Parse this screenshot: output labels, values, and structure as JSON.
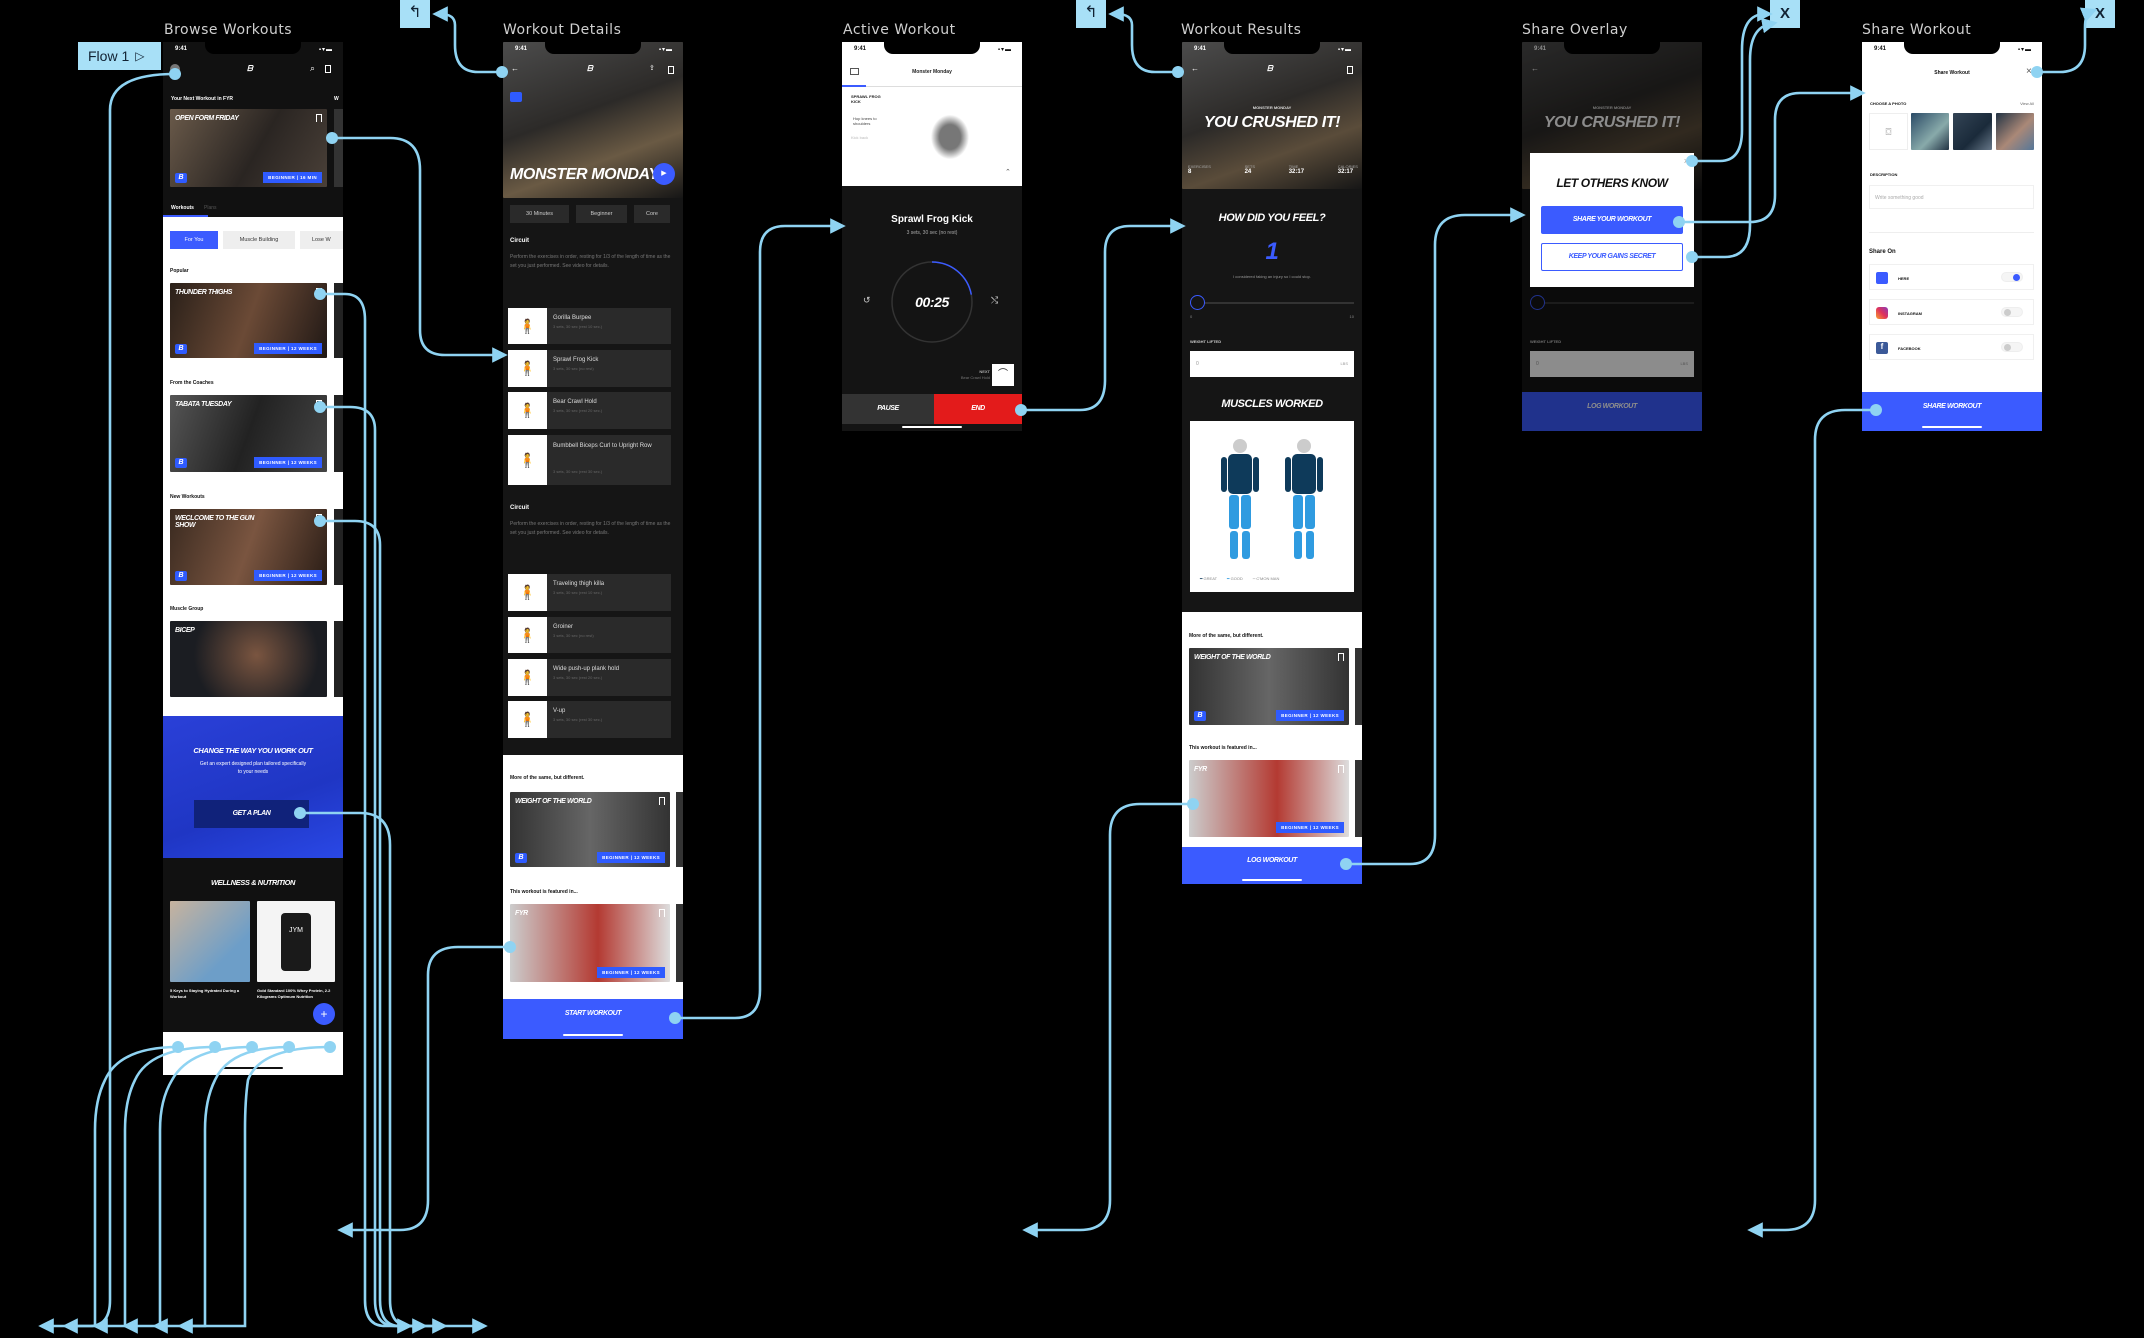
{
  "flow": {
    "label": "Flow 1",
    "play_icon": "play-triangle-icon"
  },
  "nav_icons": {
    "back": "↰",
    "close": "X"
  },
  "colors": {
    "accent": "#3b5bff",
    "connector": "#8fd3f2",
    "end": "#e31b1b"
  },
  "status_time": "9:41",
  "browse": {
    "label": "Browse Workouts",
    "next_title": "Your Next Workout in FYR",
    "next_peek": "W",
    "hero": {
      "title": "Open Form Friday",
      "badge": "BEGINNER | 16 MIN"
    },
    "tabs": [
      "Workouts",
      "Plans"
    ],
    "chips": [
      "For You",
      "Muscle Building",
      "Lose W"
    ],
    "sections": [
      {
        "heading": "Popular",
        "title": "Thunder Thighs",
        "badge": "BEGINNER | 12 WEEKS"
      },
      {
        "heading": "From the Coaches",
        "title": "Tabata Tuesday",
        "badge": "BEGINNER | 12 WEEKS"
      },
      {
        "heading": "New Workouts",
        "title": "Weclcome to the Gun Show",
        "badge": "BEGINNER | 12 WEEKS"
      },
      {
        "heading": "Muscle Group",
        "title": "Bicep"
      }
    ],
    "promo": {
      "title": "Change the way you work out",
      "subtitle": "Get an expert designed plan tailored specifically to your needs",
      "button": "Get a Plan"
    },
    "wellness": {
      "title": "Wellness & Nutrition",
      "articles": [
        "5 Keys to Staying Hydrated During a Workout",
        "Gold Standard 100% Whey Protein, 2.2 Kilograms Optimum Nutrition"
      ],
      "product_label": "JYM"
    },
    "fab": "+"
  },
  "details": {
    "label": "Workout Details",
    "title": "Monster Monday",
    "chips": [
      "30 Minutes",
      "Beginner",
      "Core"
    ],
    "circuits": [
      {
        "heading": "Circuit",
        "desc": "Perform the exercises in order, resting for 1/3 of the length of time as the set you just performed. See video for details.",
        "exercises": [
          {
            "name": "Gorilla Burpee",
            "sets": "3 sets, 30 sec (rest 10 sec.)"
          },
          {
            "name": "Sprawl Frog Kick",
            "sets": "3 sets, 30 sec (no rest)"
          },
          {
            "name": "Bear Crawl Hold",
            "sets": "3 sets, 30 sec (rest 20 sec.)"
          },
          {
            "name": "Bumbbell Biceps Curl to Upright Row",
            "sets": "3 sets, 30 sec (rest 30 sec.)"
          }
        ]
      },
      {
        "heading": "Circuit",
        "desc": "Perform the exercises in order, resting for 1/3 of the length of time as the set you just performed. See video for details.",
        "exercises": [
          {
            "name": "Traveling thigh killa",
            "sets": "3 sets, 30 sec (rest 10 sec.)"
          },
          {
            "name": "Groiner",
            "sets": "3 sets, 30 sec (no rest)"
          },
          {
            "name": "Wide push-up plank hold",
            "sets": "3 sets, 30 sec (rest 20 sec.)"
          },
          {
            "name": "V-up",
            "sets": "3 sets, 30 sec (rest 30 sec.)"
          }
        ]
      }
    ],
    "more_heading": "More of the same, but different.",
    "more_card": {
      "title": "Weight of the World",
      "badge": "BEGINNER | 12 WEEKS"
    },
    "featured_heading": "This workout is featured in...",
    "featured_card": {
      "title": "FYR",
      "badge": "BEGINNER | 12 WEEKS"
    },
    "cta": "Start Workout"
  },
  "active": {
    "label": "Active Workout",
    "title": "Monster Monday",
    "exercise_caps": "SPRAWL FROG KICK",
    "tip": "Hop knees to shoulders",
    "tip2": "Kick back",
    "exercise": "Sprawl Frog Kick",
    "sets": "3 sets, 30 sec (no rest)",
    "timer": "00:25",
    "timer_progress": 0.22,
    "next_label": "NEXT",
    "next_name": "Bear Crawl Hold",
    "pause": "Pause",
    "end": "End"
  },
  "results": {
    "label": "Workout Results",
    "subtitle": "MONSTER MONDAY",
    "title": "You Crushed It!",
    "stats": [
      {
        "label": "EXERCISES",
        "value": "8"
      },
      {
        "label": "SETS",
        "value": "24"
      },
      {
        "label": "TIME",
        "value": "32:17"
      },
      {
        "label": "CALORIES",
        "value": "32:17"
      }
    ],
    "feel_title": "How did you feel?",
    "feel_value": "1",
    "feel_caption": "I considered faking an injury so I could stop.",
    "slider_min": "0",
    "slider_max": "10",
    "weight_label": "WEIGHT LIFTED",
    "weight_value": "0",
    "weight_unit": "LBS",
    "muscles_title": "Muscles Worked",
    "legend": [
      "GREAT",
      "GOOD",
      "C'MON MAN"
    ],
    "more_heading": "More of the same, but different.",
    "more_card": {
      "title": "Weight of the World",
      "badge": "BEGINNER | 12 WEEKS"
    },
    "featured_heading": "This workout is featured in...",
    "featured_card": {
      "title": "FYR",
      "badge": "BEGINNER | 12 WEEKS"
    },
    "cta": "Log Workout"
  },
  "overlay": {
    "label": "Share Overlay",
    "modal_title": "Let Others Know",
    "share_button": "Share Your Workout",
    "secret_button": "Keep Your Gains Secret",
    "close": "×"
  },
  "share": {
    "label": "Share Workout",
    "title": "Share Workout",
    "close": "×",
    "photo_label": "CHOOSE A PHOTO",
    "view_all": "View All",
    "description_label": "DESCRIPTION",
    "description_placeholder": "Write something good",
    "share_on": "Share On",
    "networks": [
      {
        "name": "HERE",
        "on": true
      },
      {
        "name": "INSTAGRAM",
        "on": false
      },
      {
        "name": "FACEBOOK",
        "on": false
      }
    ],
    "cta": "Share Workout"
  }
}
